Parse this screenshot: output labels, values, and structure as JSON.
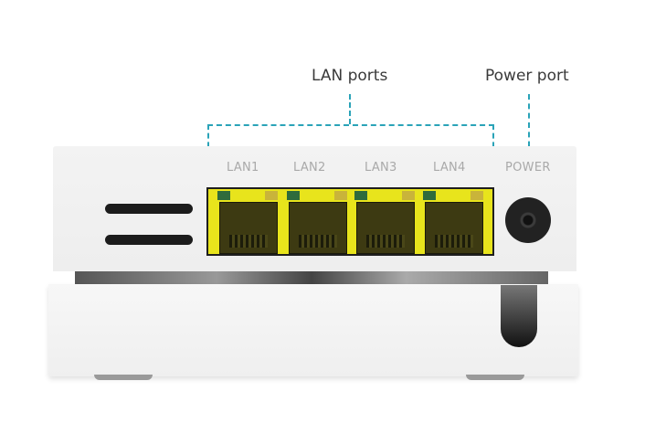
{
  "callouts": {
    "lan_ports": "LAN ports",
    "power_port": "Power port"
  },
  "ports": [
    {
      "label": "LAN1"
    },
    {
      "label": "LAN2"
    },
    {
      "label": "LAN3"
    },
    {
      "label": "LAN4"
    }
  ],
  "power": {
    "label": "POWER"
  },
  "colors": {
    "callout_line": "#2aa3b8",
    "port_housing": "#e8e41c",
    "led_link": "#2f6b3c",
    "led_activity": "#c9b43a"
  }
}
